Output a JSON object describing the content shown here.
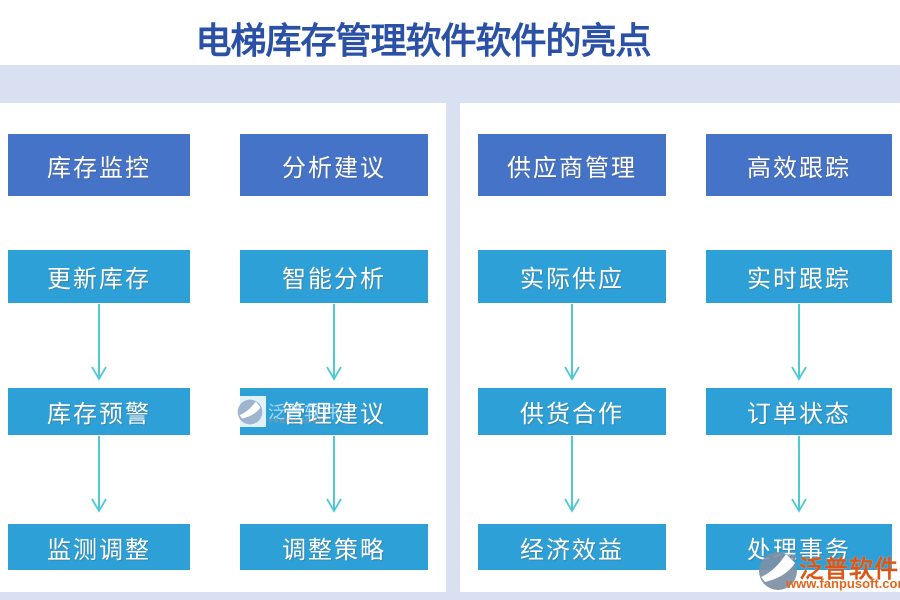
{
  "page": {
    "title": "电梯库存管理软件软件的亮点"
  },
  "diagram": {
    "columns": [
      {
        "header": "库存监控",
        "steps": [
          "更新库存",
          "库存预警",
          "监测调整"
        ]
      },
      {
        "header": "分析建议",
        "steps": [
          "智能分析",
          "管理建议",
          "调整策略"
        ]
      },
      {
        "header": "供应商管理",
        "steps": [
          "实际供应",
          "供货合作",
          "经济效益"
        ]
      },
      {
        "header": "高效跟踪",
        "steps": [
          "实时跟踪",
          "订单状态",
          "处理事务"
        ]
      }
    ]
  },
  "watermark": {
    "brand": "泛普软件",
    "url": "www.fanpusoft.com",
    "faint_brand": "泛普软件",
    "faint_latin": "FANPU SOFT"
  },
  "colors": {
    "title_text": "#2B51A6",
    "header_box": "#4573C8",
    "step_box": "#2EA0D8",
    "band": "#D9E0F2",
    "arrow": "#4FC9D3",
    "box_text": "#FFFFFF",
    "brand_orange": "#DC5716",
    "url_orange": "#E4661C"
  }
}
